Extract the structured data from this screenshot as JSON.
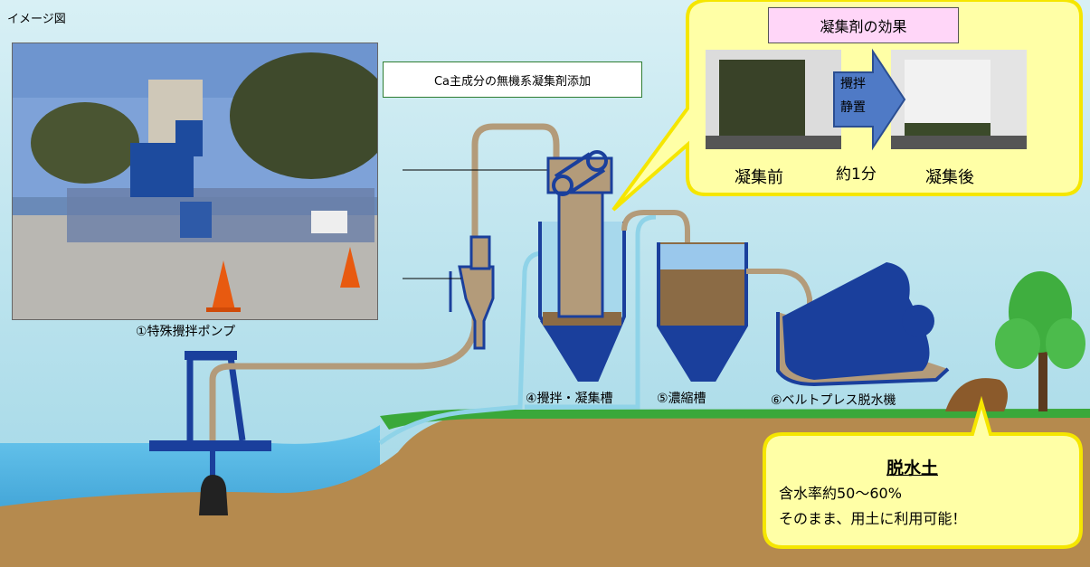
{
  "title": "イメージ図",
  "photo": {
    "caption": "①特殊攪拌ポンプ"
  },
  "additive_label": "Ca主成分の無機系凝集剤添加",
  "effect": {
    "title": "凝集剤の効果",
    "arrow_line1": "攪拌",
    "arrow_line2": "静置",
    "before": "凝集前",
    "duration": "約1分",
    "after": "凝集後"
  },
  "stages": {
    "tank4": "④攪拌・凝集槽",
    "tank5": "⑤濃縮槽",
    "belt_press": "⑥ベルトプレス脱水機"
  },
  "dewatered_soil": {
    "title": "脱水土",
    "line1": "含水率約50～60%",
    "line2": "そのまま、用土に利用可能！"
  },
  "colors": {
    "sky": "#b9e4ee",
    "ground": "#b58a4e",
    "water": "#4fb3e0",
    "pipe": "#b39b7a",
    "tank_blue": "#1a3f9c",
    "callout_fill": "#ffffa6",
    "callout_border": "#f5e600",
    "grass": "#2e9e2e",
    "pink_box": "#ffd6f8"
  }
}
